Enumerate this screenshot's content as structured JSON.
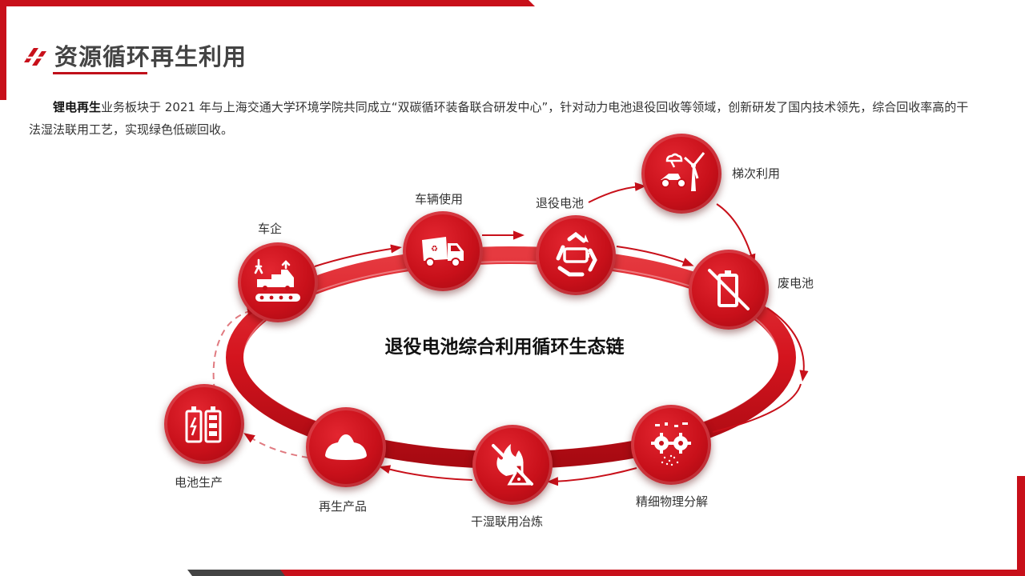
{
  "header": {
    "title": "资源循环再生利用"
  },
  "intro": {
    "lead": "锂电再生",
    "text": "业务板块于 2021 年与上海交通大学环境学院共同成立“双碳循环装备联合研发中心”，针对动力电池退役回收等领域，创新研发了国内技术领先，综合回收率高的干法湿法联用工艺，实现绿色低碳回收。"
  },
  "diagram": {
    "center_title": "退役电池综合利用循环生态链",
    "nodes": [
      {
        "label": "车企",
        "icon": "factory-robot-icon"
      },
      {
        "label": "车辆使用",
        "icon": "recycling-truck-icon"
      },
      {
        "label": "退役电池",
        "icon": "battery-recycle-icon"
      },
      {
        "label": "梯次利用",
        "icon": "scooter-windturbine-icon"
      },
      {
        "label": "废电池",
        "icon": "crossed-battery-icon"
      },
      {
        "label": "精细物理分解",
        "icon": "gears-crushing-icon"
      },
      {
        "label": "干湿联用冶炼",
        "icon": "flame-flask-icon"
      },
      {
        "label": "再生产品",
        "icon": "powder-pile-icon"
      },
      {
        "label": "电池生产",
        "icon": "battery-cells-icon"
      }
    ]
  },
  "colors": {
    "accent": "#c8101a",
    "ring": "#e0222b",
    "dark_bar": "#444444"
  }
}
